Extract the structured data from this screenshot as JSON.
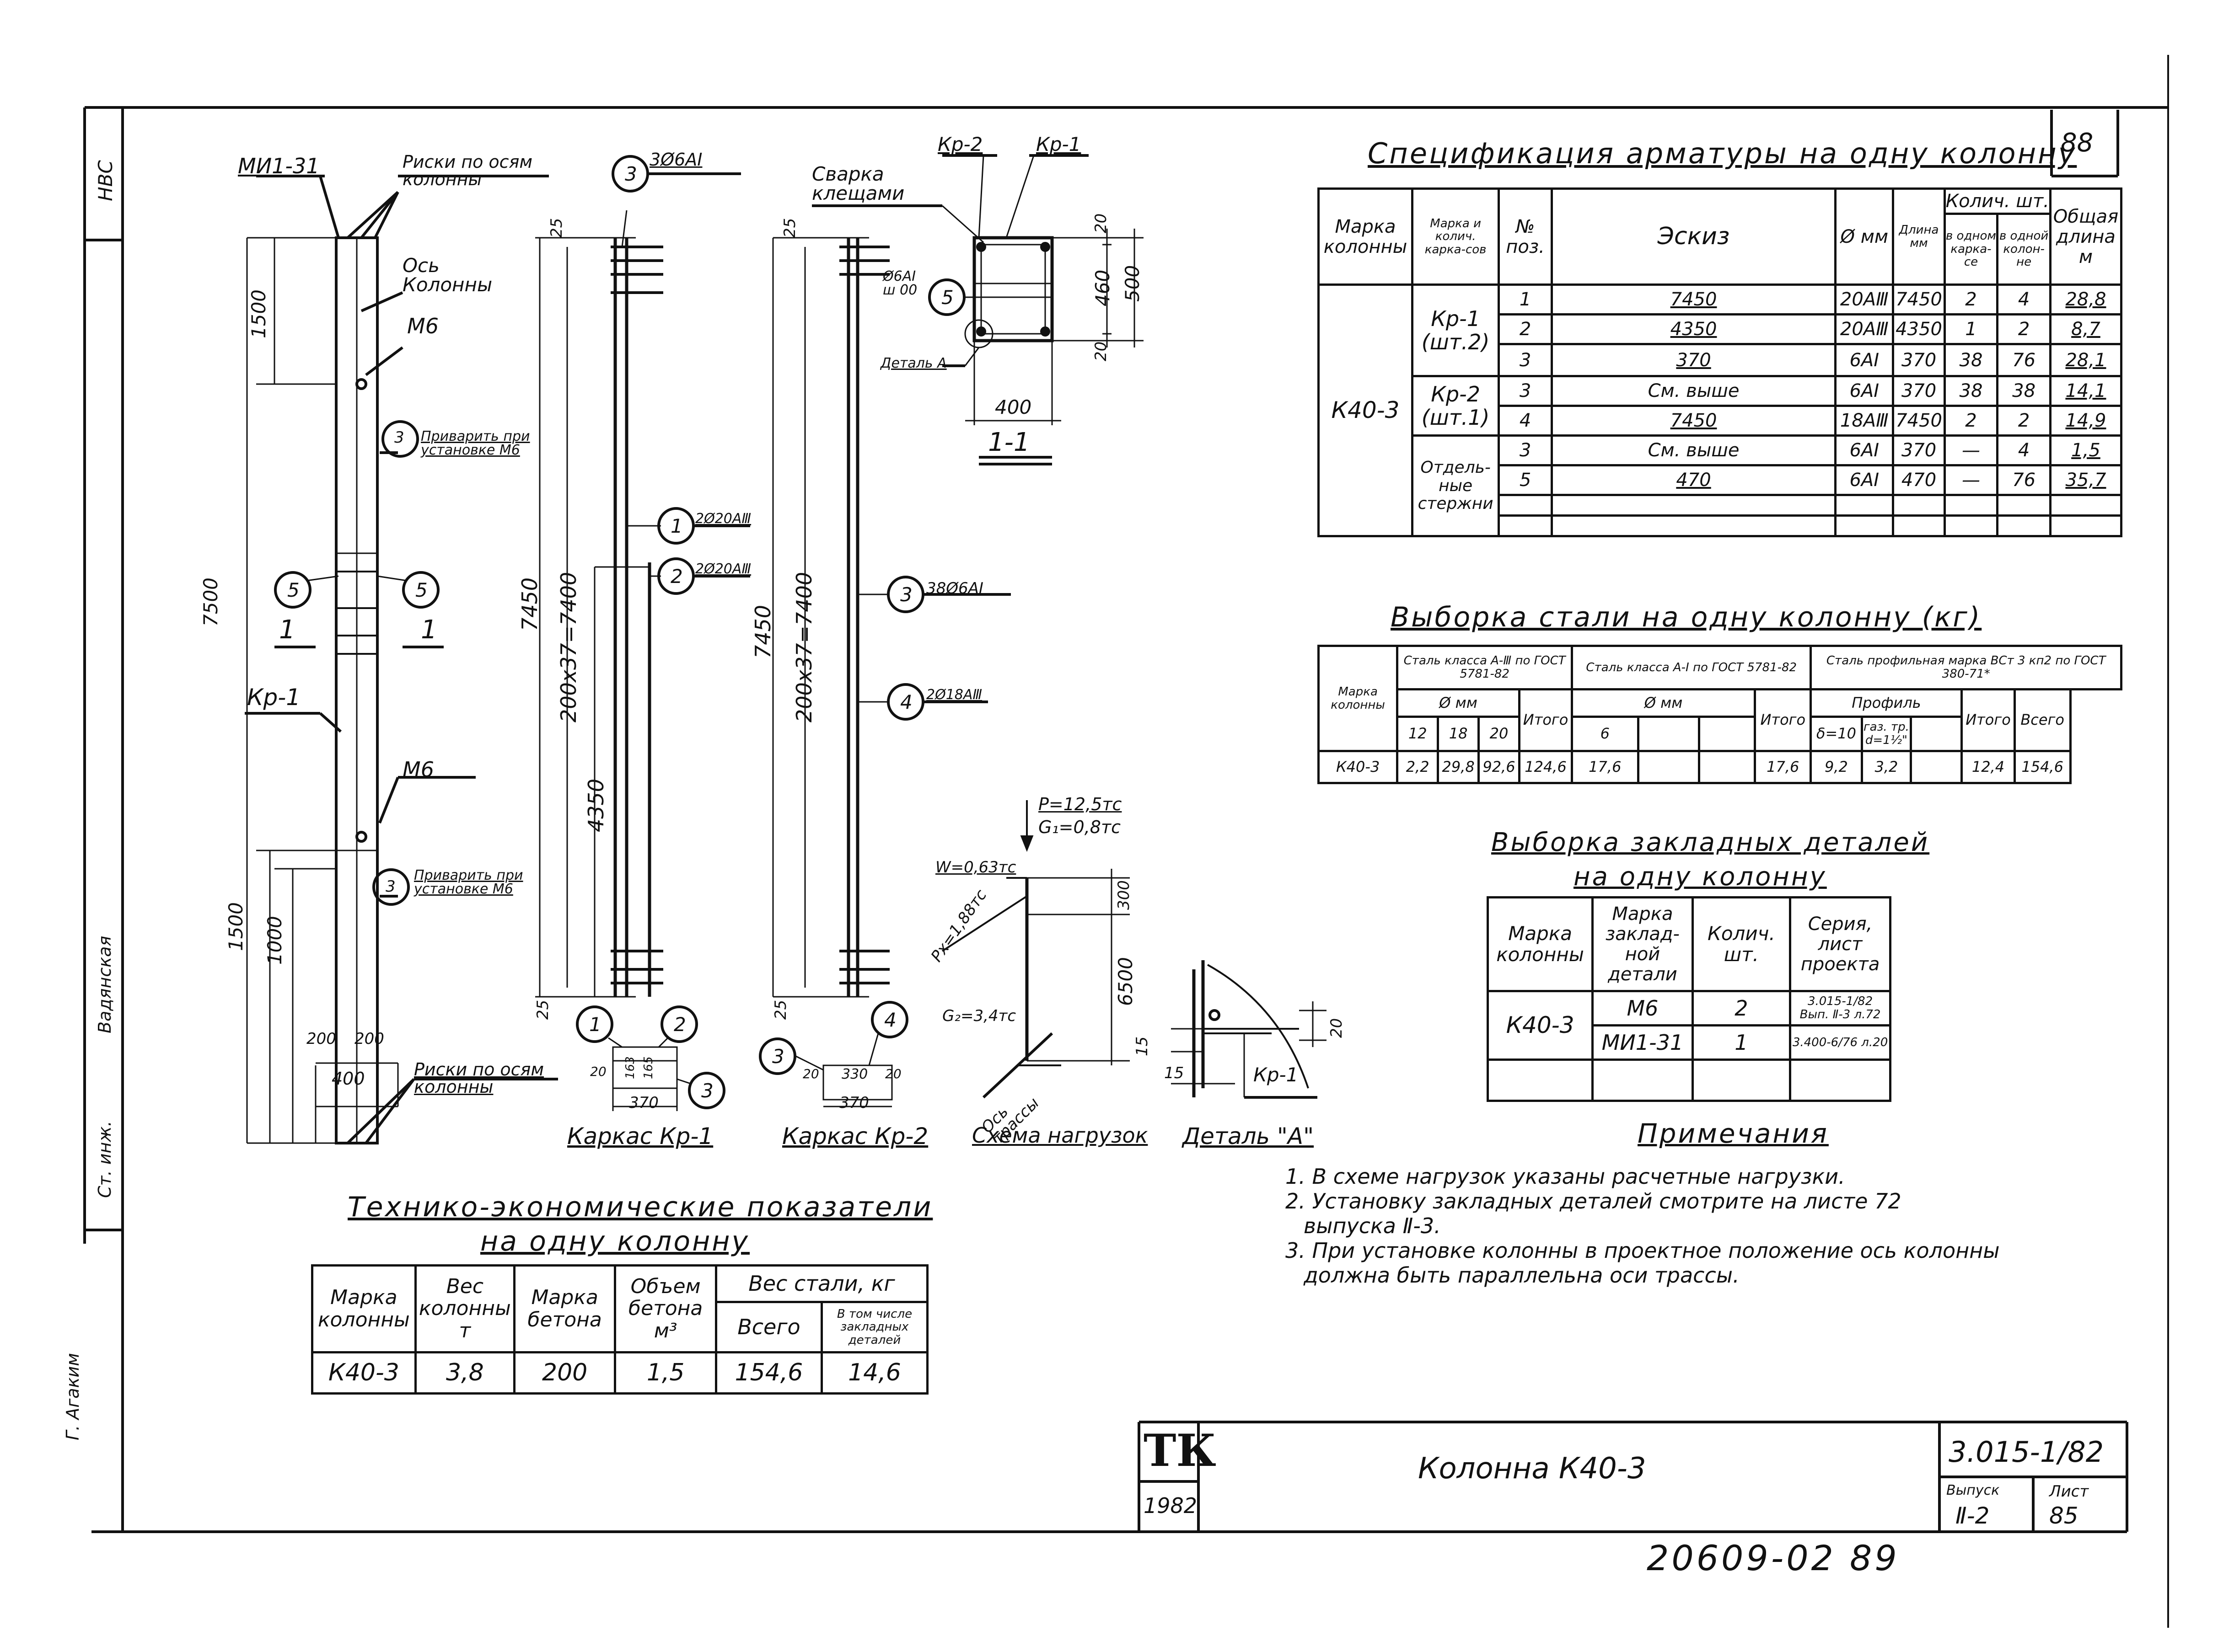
{
  "sheet_number": "88",
  "bottom_number": "20609-02 89",
  "left_strip": {
    "cells": [
      "НВС",
      "Вадянская",
      "Ст. инж.",
      "Г. Агаким"
    ]
  },
  "drawing_labels": {
    "mi131": "МИ1-31",
    "riski_top": "Риски по осям колонны",
    "os_kolonny": "Ось Колонны",
    "m6": "М6",
    "privarit": "Приварить при установке М6",
    "kp1": "Кр-1",
    "dim_1500": "1500",
    "dim_7500": "7500",
    "dim_1000": "1000",
    "dim_200": "200",
    "dim_400": "400",
    "riski_bottom": "Риски по осям колонны",
    "sec_1": "1",
    "pos_5": "5",
    "pos_3": "3",
    "pos_1": "1",
    "pos_2": "2",
    "pos_4": "4",
    "d25": "25",
    "d7450": "7450",
    "d200x37": "200х37=7400",
    "d4350": "4350",
    "bar_3f6": "3Ø6АI",
    "bar_2f20": "2Ø20АⅢ",
    "bar_2f18": "2Ø18АⅢ",
    "bar_38f6": "38Ø6АI",
    "d163": "163",
    "d165": "165",
    "d370": "370",
    "d20": "20",
    "d330": "330",
    "karkas1": "Каркас Кр-1",
    "karkas2": "Каркас Кр-2",
    "svarka": "Сварка клещами",
    "kp2": "Кр-2",
    "d460": "460",
    "d500": "500",
    "d400s": "400",
    "d6ai": "Ø6АI ш 00",
    "detal_a": "Деталь А",
    "sec_11": "1-1",
    "load_p": "P=12,5тс",
    "load_g1": "G₁=0,8тс",
    "load_w": "W=0,63тс",
    "load_px": "Px=1,88тс",
    "load_g2": "G₂=3,4тс",
    "d300": "300",
    "d6500": "6500",
    "os_trassy": "Ось трассы",
    "schema": "Схема нагрузок",
    "detal_title": "Деталь \"А\"",
    "d15": "15"
  },
  "spec": {
    "title": "Спецификация арматуры на одну колонну",
    "headers": {
      "marka": "Марка колонны",
      "marka_karkas": "Марка и колич. карка-сов",
      "pos": "№ поз.",
      "eskiz": "Эскиз",
      "phi": "Ø мм",
      "len": "Длина мм",
      "qty": "Колич. шт.",
      "qty_karkas": "в одном карка-се",
      "qty_col": "в одной колон-не",
      "total_len": "Общая длина м"
    },
    "col_mark": "К40-3",
    "groups": [
      {
        "label": "Кр-1 (шт.2)"
      },
      {
        "label": "Кр-2 (шт.1)"
      },
      {
        "label": "Отдель-ные стержни"
      }
    ],
    "rows": [
      {
        "pos": "1",
        "eskiz": "7450",
        "phi": "20АⅢ",
        "len": "7450",
        "k": "2",
        "c": "4",
        "total": "28,8"
      },
      {
        "pos": "2",
        "eskiz": "4350",
        "phi": "20АⅢ",
        "len": "4350",
        "k": "1",
        "c": "2",
        "total": "8,7"
      },
      {
        "pos": "3",
        "eskiz": "370",
        "phi": "6АI",
        "len": "370",
        "k": "38",
        "c": "76",
        "total": "28,1"
      },
      {
        "pos": "3",
        "eskiz": "См. выше",
        "phi": "6АI",
        "len": "370",
        "k": "38",
        "c": "38",
        "total": "14,1"
      },
      {
        "pos": "4",
        "eskiz": "7450",
        "phi": "18АⅢ",
        "len": "7450",
        "k": "2",
        "c": "2",
        "total": "14,9"
      },
      {
        "pos": "3",
        "eskiz": "См. выше",
        "phi": "6АI",
        "len": "370",
        "k": "—",
        "c": "4",
        "total": "1,5"
      },
      {
        "pos": "5",
        "eskiz": "470",
        "phi": "6АI",
        "len": "470",
        "k": "—",
        "c": "76",
        "total": "35,7"
      }
    ]
  },
  "steel": {
    "title": "Выборка стали на одну колонну (кг)",
    "h_marka": "Марка колонны",
    "h_a3": "Сталь класса А-Ⅲ по ГОСТ 5781-82",
    "h_a1": "Сталь класса А-I по ГОСТ 5781-82",
    "h_prof": "Сталь профильная марка ВСт 3 кп2 по ГОСТ 380-71*",
    "h_fmm": "Ø мм",
    "h_fmm2": "Ø мм",
    "h_profil": "Профиль",
    "c12": "12",
    "c18": "18",
    "c20": "20",
    "itogo": "Итого",
    "c6": "6",
    "itogo2": "Итого",
    "c_delta": "δ=10",
    "c_gaz": "газ. тр. d=1½\"",
    "itogo3": "Итого",
    "vsego": "Всего",
    "row": {
      "mark": "К40-3",
      "v12": "2,2",
      "v18": "29,8",
      "v20": "92,6",
      "it1": "124,6",
      "v6": "17,6",
      "it2": "17,6",
      "vd": "9,2",
      "vg": "3,2",
      "it3": "12,4",
      "all": "154,6"
    }
  },
  "embed": {
    "title1": "Выборка закладных деталей",
    "title2": "на одну колонну",
    "h_marka": "Марка колонны",
    "h_zakl": "Марка заклад-ной детали",
    "h_qty": "Колич. шт.",
    "h_series": "Серия, лист проекта",
    "mark": "К40-3",
    "rows": [
      {
        "detail": "М6",
        "qty": "2",
        "series": "3.015-1/82 Вып. Ⅱ-3 л.72"
      },
      {
        "detail": "МИ1-31",
        "qty": "1",
        "series": "3.400-6/76 л.20"
      }
    ]
  },
  "notes": {
    "title": "Примечания",
    "items": [
      "1. В схеме нагрузок указаны расчетные нагрузки.",
      "2. Установку закладных деталей смотрите на листе 72",
      "выпуска Ⅱ-3.",
      "3. При установке колонны в проектное положение ось колонны",
      "должна быть параллельна оси трассы."
    ]
  },
  "tep": {
    "title1": "Технико-экономические показатели",
    "title2": "на одну колонну",
    "h_marka": "Марка колонны",
    "h_ves": "Вес колонны т",
    "h_beton": "Марка бетона",
    "h_obem": "Объем бетона м³",
    "h_steel": "Вес стали, кг",
    "h_vsego": "Всего",
    "h_zakl": "В том числе закладных деталей",
    "row": {
      "mark": "К40-3",
      "ves": "3,8",
      "beton": "200",
      "obem": "1,5",
      "vsego": "154,6",
      "zakl": "14,6"
    }
  },
  "stamp": {
    "logo": "ТК",
    "year": "1982",
    "name": "Колонна К40-3",
    "code": "3.015-1/82",
    "h_vyp": "Выпуск",
    "h_list": "Лист",
    "vyp": "Ⅱ-2",
    "list": "85"
  }
}
